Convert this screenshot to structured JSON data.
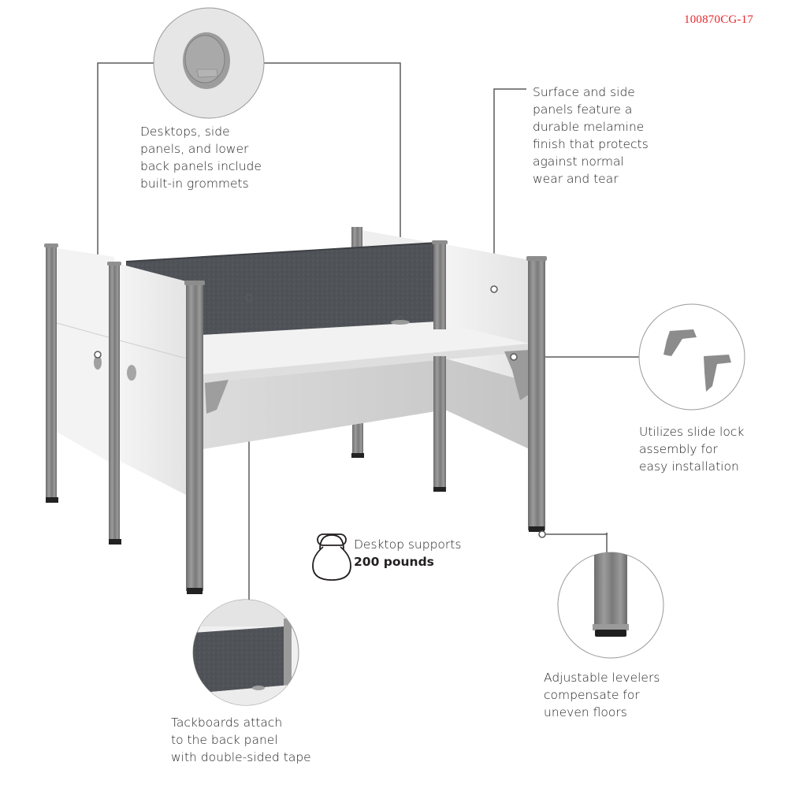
{
  "product_code": "100870CG-17",
  "colors": {
    "sku_red": "#e8262b",
    "text": "#231f20",
    "leader_line": "#5b5b5b",
    "panel_white": "#f1f1f1",
    "tackboard_gray": "#4d5156",
    "post_gray": "#8a8a8a",
    "circle_fill": "#e6e6e6"
  },
  "callouts": {
    "grommets": {
      "lines": [
        "Desktops, side",
        "panels, and lower",
        "back panels include",
        "built-in grommets"
      ],
      "detail_icon": "grommet-detail"
    },
    "melamine": {
      "lines": [
        "Surface and side",
        "panels feature a",
        "durable melamine",
        "finish that protects",
        "against normal",
        "wear and tear"
      ]
    },
    "slide_lock": {
      "lines": [
        "Utilizes slide lock",
        "assembly for",
        "easy installation"
      ],
      "detail_icon": "slide-lock-brackets-detail"
    },
    "weight": {
      "line1": "Desktop supports",
      "line2": "200 pounds",
      "icon": "kettlebell-icon"
    },
    "levelers": {
      "lines": [
        "Adjustable levelers",
        "compensate for",
        "uneven floors"
      ],
      "detail_icon": "leveler-foot-detail"
    },
    "tackboards": {
      "lines": [
        "Tackboards attach",
        "to the back panel",
        "with double-sided tape"
      ],
      "detail_icon": "tackboard-detail"
    }
  }
}
